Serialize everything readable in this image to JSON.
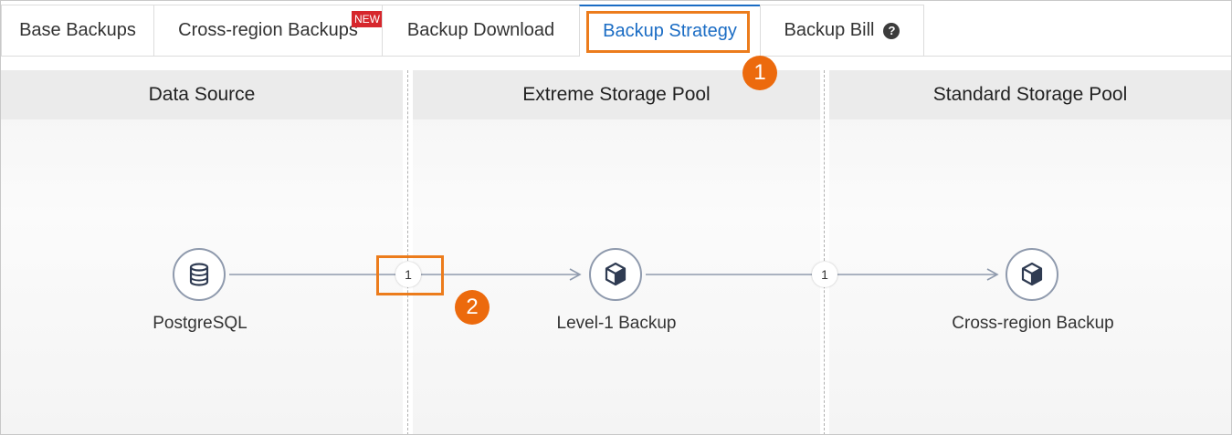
{
  "tabs": [
    {
      "label": "Base Backups"
    },
    {
      "label": "Cross-region Backups",
      "badge": "NEW"
    },
    {
      "label": "Backup Download"
    },
    {
      "label": "Backup Strategy",
      "active": true
    },
    {
      "label": "Backup Bill",
      "icon": "help-icon"
    }
  ],
  "callouts": {
    "one": "1",
    "two": "2"
  },
  "columns": [
    {
      "header": "Data Source"
    },
    {
      "header": "Extreme Storage Pool"
    },
    {
      "header": "Standard Storage Pool"
    }
  ],
  "nodes": {
    "source": {
      "label": "PostgreSQL",
      "icon": "database-icon"
    },
    "level1": {
      "label": "Level-1 Backup",
      "icon": "cube-icon"
    },
    "cross": {
      "label": "Cross-region Backup",
      "icon": "cube-icon"
    }
  },
  "links": {
    "source_to_level1": {
      "count": "1"
    },
    "level1_to_cross": {
      "count": "1"
    }
  },
  "colors": {
    "accent": "#1a6cc4",
    "highlight": "#ec7c1c",
    "callout": "#ec6a0d",
    "badge": "#d6262c",
    "connector": "#8f9aad"
  }
}
